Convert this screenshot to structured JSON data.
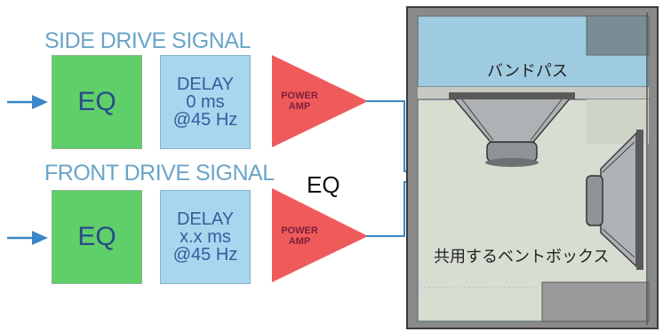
{
  "signals": [
    {
      "label": "SIDE DRIVE SIGNAL",
      "eq": "EQ",
      "delay_line1": "DELAY",
      "delay_line2": "0 ms",
      "delay_line3": "@45 Hz",
      "amp_line1": "POWER",
      "amp_line2": "AMP"
    },
    {
      "label": "FRONT DRIVE SIGNAL",
      "eq": "EQ",
      "delay_line1": "DELAY",
      "delay_line2": "x.x ms",
      "delay_line3": "@45 Hz",
      "amp_line1": "POWER",
      "amp_line2": "AMP"
    }
  ],
  "floating_label": "EQ",
  "enclosure": {
    "bandpass_label": "バンドパス",
    "shared_vent_label": "共用するベントボックス"
  },
  "colors": {
    "eq_fill": "#5fcf6a",
    "delay_fill": "#a9d6ef",
    "amp_fill": "#ef5b5b",
    "signal_line": "#3b86c6",
    "label_text": "#6aa5c8",
    "enclosure_frame": "#4a4a4a",
    "bandpass_fill": "#9fcbe0",
    "chamber_fill": "#d8ddd2"
  }
}
